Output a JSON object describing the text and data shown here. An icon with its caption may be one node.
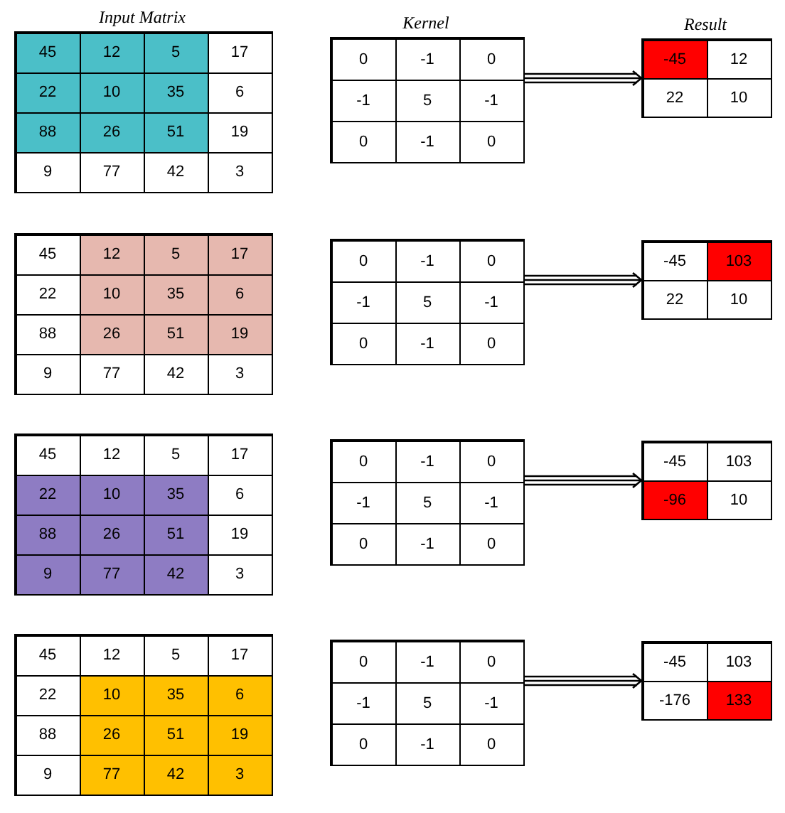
{
  "diagram": {
    "nodes": [
      {
        "text": [
          "45",
          "12",
          "5",
          "17",
          "22",
          "10",
          "35",
          "6",
          "88",
          "26",
          "51",
          "19",
          "9",
          "77",
          "42",
          "3"
        ],
        "beside": [
          "Input Matrix"
        ]
      },
      {
        "text": [
          "0",
          "-1",
          "0",
          "-1",
          "5",
          "-1",
          "0",
          "-1",
          "0"
        ],
        "beside": [
          "Kernel"
        ]
      },
      {
        "text": [
          "-45",
          "12",
          "22",
          "10"
        ],
        "beside": [
          "Result"
        ]
      },
      {
        "text": [
          "45",
          "12",
          "5",
          "17",
          "22",
          "10",
          "35",
          "6",
          "88",
          "26",
          "51",
          "19",
          "9",
          "77",
          "42",
          "3"
        ]
      },
      {
        "text": [
          "0",
          "-1",
          "0",
          "-1",
          "5",
          "-1",
          "0",
          "-1",
          "0"
        ]
      },
      {
        "text": [
          "-45",
          "103",
          "22",
          "10"
        ]
      },
      {
        "text": [
          "45",
          "12",
          "5",
          "17",
          "22",
          "10",
          "35",
          "6",
          "88",
          "26",
          "51",
          "19",
          "9",
          "77",
          "42",
          "3"
        ]
      },
      {
        "text": [
          "0",
          "-1",
          "0",
          "-1",
          "5",
          "-1",
          "0",
          "-1",
          "0"
        ]
      },
      {
        "text": [
          "-45",
          "103",
          "-96",
          "10"
        ]
      },
      {
        "text": [
          "45",
          "12",
          "5",
          "17",
          "22",
          "10",
          "35",
          "6",
          "88",
          "26",
          "51",
          "19",
          "9",
          "77",
          "42",
          "3"
        ]
      },
      {
        "text": [
          "0",
          "-1",
          "0",
          "-1",
          "5",
          "-1",
          "0",
          "-1",
          "0"
        ]
      },
      {
        "text": [
          "-45",
          "103",
          "-176",
          "133"
        ]
      }
    ],
    "edges": [
      {
        "from": 1,
        "to": 2,
        "arrow": "to"
      },
      {
        "from": 4,
        "to": 5,
        "arrow": "to"
      },
      {
        "from": 7,
        "to": 8,
        "arrow": "to"
      },
      {
        "from": 10,
        "to": 11,
        "arrow": "to"
      }
    ]
  }
}
